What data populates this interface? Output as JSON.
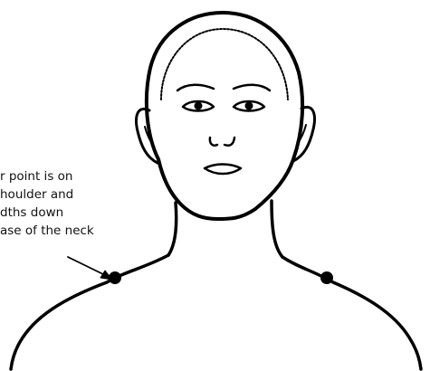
{
  "annotation": {
    "lines": [
      "r point is on",
      "houlder and",
      "dths down",
      "ase of the neck"
    ]
  },
  "colors": {
    "stroke": "#000000",
    "background": "#ffffff"
  },
  "markers": {
    "points": [
      "left-shoulder-point",
      "right-shoulder-point"
    ]
  }
}
